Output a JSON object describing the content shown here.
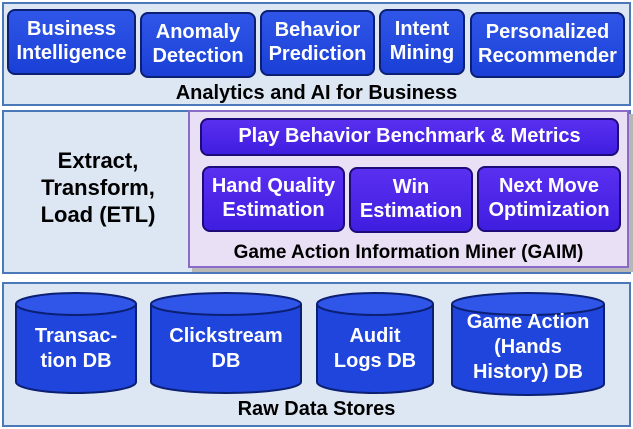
{
  "top": {
    "caption": "Analytics and AI for Business",
    "boxes": [
      {
        "label": "Business\nIntelligence"
      },
      {
        "label": "Anomaly\nDetection"
      },
      {
        "label": "Behavior\nPrediction"
      },
      {
        "label": "Intent\nMining"
      },
      {
        "label": "Personalized\nRecommender"
      }
    ]
  },
  "middle": {
    "etl": "Extract,\nTransform,\nLoad (ETL)",
    "benchmark": "Play Behavior Benchmark & Metrics",
    "boxes": [
      {
        "label": "Hand Quality\nEstimation"
      },
      {
        "label": "Win\nEstimation"
      },
      {
        "label": "Next Move\nOptimization"
      }
    ],
    "caption": "Game Action Information Miner (GAIM)"
  },
  "bottom": {
    "caption": "Raw Data Stores",
    "stores": [
      {
        "label": "Transac-\ntion DB"
      },
      {
        "label": "Clickstream\nDB"
      },
      {
        "label": "Audit\nLogs DB"
      },
      {
        "label": "Game Action\n(Hands\nHistory) DB"
      }
    ]
  },
  "colors": {
    "box_blue": "#1f45dd",
    "box_violet": "#4a25e8",
    "panel_fill": "#dde7f4",
    "panel_border": "#4a78b8"
  }
}
